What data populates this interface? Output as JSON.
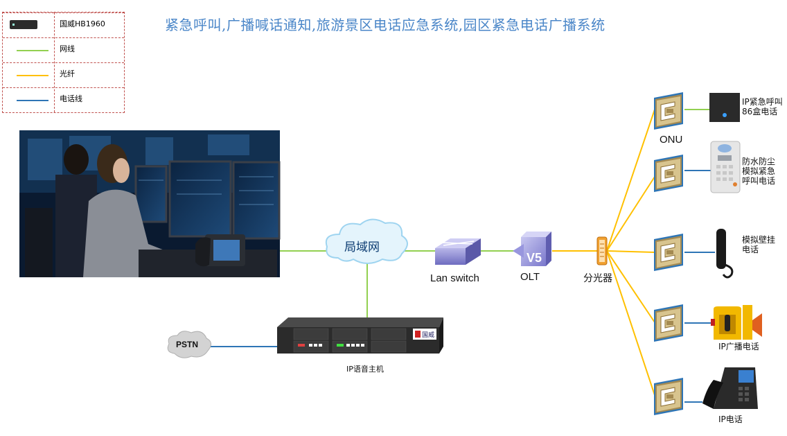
{
  "title": "紧急呼叫,广播喊话通知,旅游景区电话应急系统,园区紧急电话广播系统",
  "legend": [
    {
      "label": "国威HB1960",
      "kind": "device"
    },
    {
      "label": "网线",
      "color": "#92d050"
    },
    {
      "label": "光纤",
      "color": "#ffc000"
    },
    {
      "label": "电话线",
      "color": "#2e75b6"
    }
  ],
  "nodes": {
    "lan": "局域网",
    "pstn": "PSTN",
    "switch": "Lan switch",
    "olt": "OLT",
    "olt_mark": "V5",
    "splitter": "分光器",
    "onu": "ONU",
    "host": "IP语音主机",
    "host_brand": "国威"
  },
  "terminals": {
    "t1": "IP紧急呼叫\n86盒电话",
    "t2": "防水防尘\n模拟紧急\n呼叫电话",
    "t3": "模拟壁挂\n电话",
    "t4": "IP广播电话",
    "t5": "IP电话"
  },
  "colors": {
    "ethernet": "#92d050",
    "fiber": "#ffc000",
    "phone_line": "#2e75b6",
    "title": "#4a86c8",
    "legend_border": "#c0504d"
  }
}
